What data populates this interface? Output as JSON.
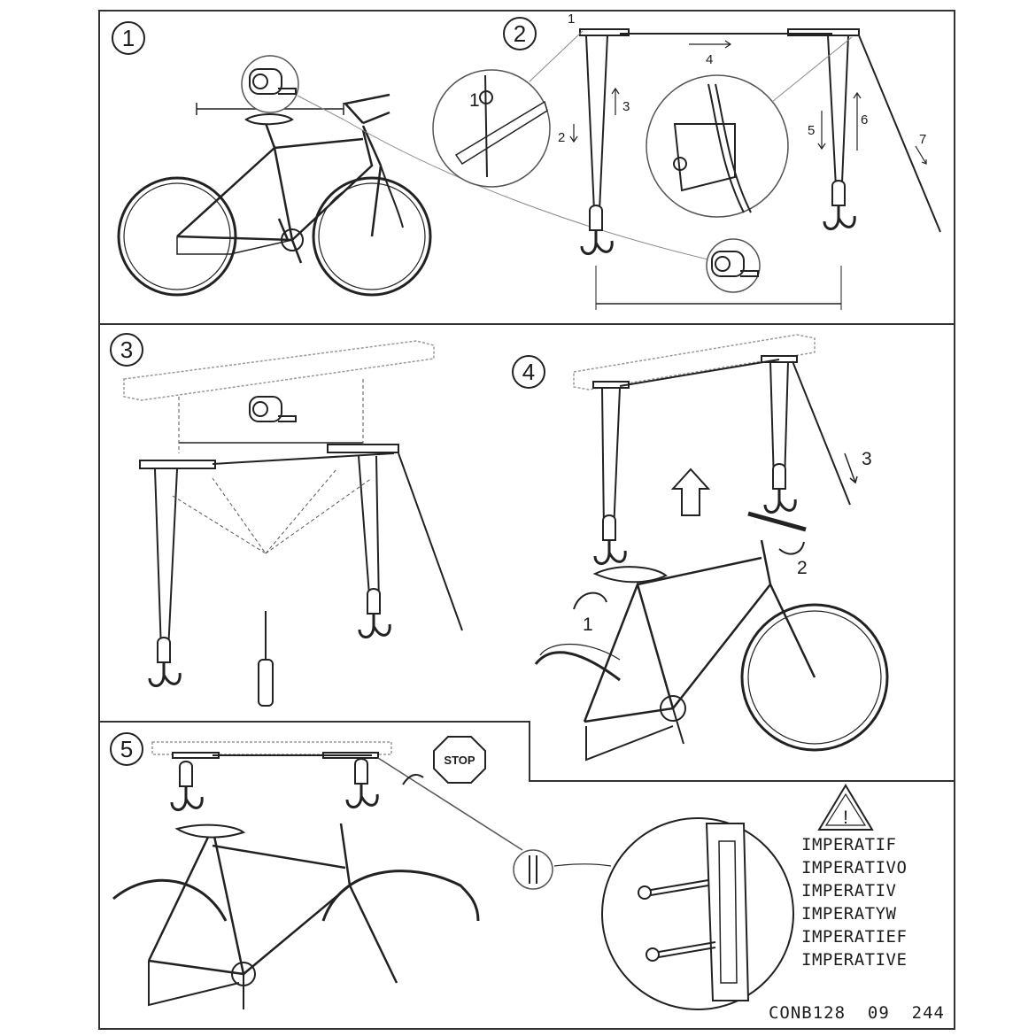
{
  "steps": [
    {
      "number": "1"
    },
    {
      "number": "2",
      "callouts": [
        "1",
        "2",
        "3",
        "4",
        "5",
        "6",
        "7"
      ],
      "knot_label": "1"
    },
    {
      "number": "3"
    },
    {
      "number": "4",
      "callouts": [
        "1",
        "2",
        "3"
      ]
    },
    {
      "number": "5",
      "sign": "STOP"
    }
  ],
  "warning": {
    "icon": "warning-triangle-icon",
    "lines": [
      "IMPERATIF",
      "IMPERATIVO",
      "IMPERATIV",
      "IMPERATYW",
      "IMPERATIEF",
      "IMPERATIVE"
    ]
  },
  "footer_code": "CONB128  09  244"
}
